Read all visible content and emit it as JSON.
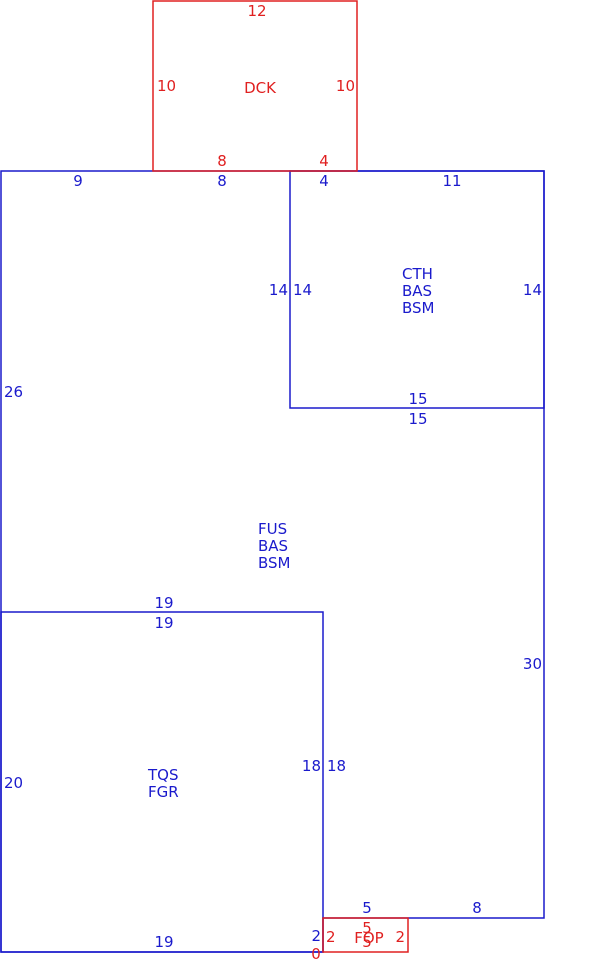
{
  "colors": {
    "main": "#1a1acc",
    "accent": "#e02020"
  },
  "areas": {
    "dck": {
      "code": "DCK"
    },
    "cth": {
      "lines": [
        "CTH",
        "BAS",
        "BSM"
      ]
    },
    "fus": {
      "lines": [
        "FUS",
        "BAS",
        "BSM"
      ]
    },
    "tqs": {
      "lines": [
        "TQS",
        "FGR"
      ]
    },
    "fop": {
      "code": "FOP"
    }
  },
  "dims": {
    "dck_top": "12",
    "dck_left": "10",
    "dck_right": "10",
    "dck_bottom_left": "8",
    "dck_bottom_right": "4",
    "main_top_left": "9",
    "main_top_mid": "8",
    "cth_top_left": "4",
    "cth_top": "11",
    "cth_left_outer": "14",
    "cth_left_inner": "14",
    "cth_right": "14",
    "cth_bottom_inner": "15",
    "cth_bottom_outer": "15",
    "main_left": "26",
    "main_right": "30",
    "tqs_top_outer": "19",
    "tqs_top_inner": "19",
    "tqs_left": "20",
    "tqs_right_inner": "18",
    "tqs_right_outer": "18",
    "tqs_bottom": "19",
    "main_bottom_left": "5",
    "main_bottom_right": "8",
    "fop_left_outer": "2",
    "fop_left_inner": "2",
    "fop_right": "2",
    "fop_top": "5",
    "fop_bottom": "5",
    "fop_zero": "0"
  }
}
